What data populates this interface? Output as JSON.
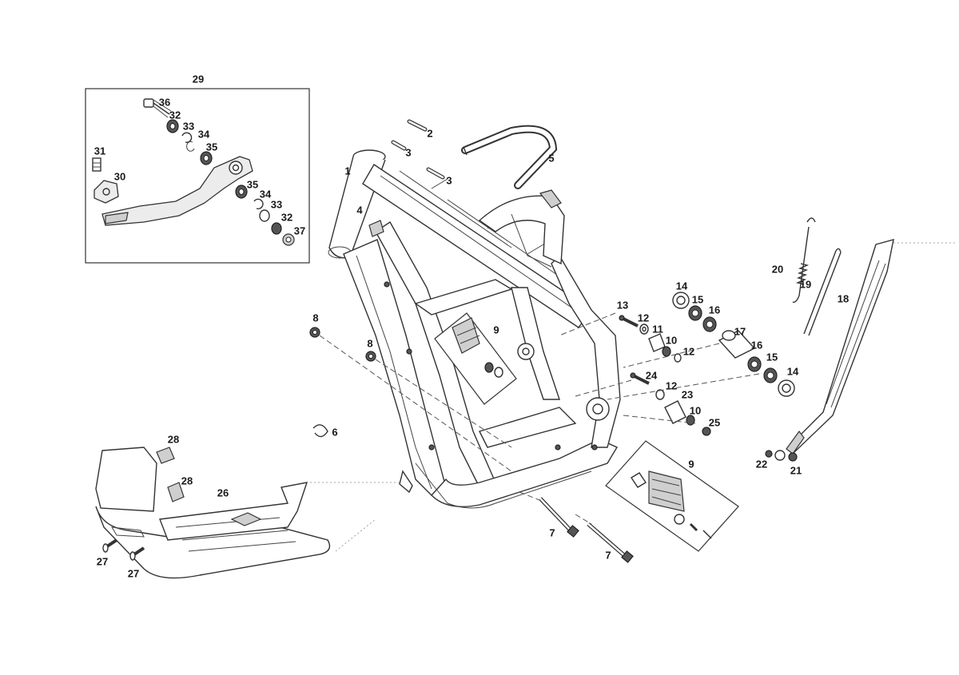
{
  "callouts": [
    {
      "label": "1"
    },
    {
      "label": "2"
    },
    {
      "label": "3"
    },
    {
      "label": "3"
    },
    {
      "label": "4"
    },
    {
      "label": "5"
    },
    {
      "label": "6"
    },
    {
      "label": "7"
    },
    {
      "label": "7"
    },
    {
      "label": "8"
    },
    {
      "label": "8"
    },
    {
      "label": "9"
    },
    {
      "label": "9"
    },
    {
      "label": "10"
    },
    {
      "label": "10"
    },
    {
      "label": "11"
    },
    {
      "label": "12"
    },
    {
      "label": "12"
    },
    {
      "label": "12"
    },
    {
      "label": "13"
    },
    {
      "label": "14"
    },
    {
      "label": "14"
    },
    {
      "label": "15"
    },
    {
      "label": "15"
    },
    {
      "label": "16"
    },
    {
      "label": "16"
    },
    {
      "label": "17"
    },
    {
      "label": "18"
    },
    {
      "label": "19"
    },
    {
      "label": "20"
    },
    {
      "label": "21"
    },
    {
      "label": "22"
    },
    {
      "label": "23"
    },
    {
      "label": "24"
    },
    {
      "label": "25"
    },
    {
      "label": "26"
    },
    {
      "label": "27"
    },
    {
      "label": "27"
    },
    {
      "label": "28"
    },
    {
      "label": "28"
    },
    {
      "label": "29"
    },
    {
      "label": "30"
    },
    {
      "label": "31"
    },
    {
      "label": "32"
    },
    {
      "label": "32"
    },
    {
      "label": "33"
    },
    {
      "label": "33"
    },
    {
      "label": "34"
    },
    {
      "label": "34"
    },
    {
      "label": "35"
    },
    {
      "label": "35"
    },
    {
      "label": "36"
    },
    {
      "label": "37"
    }
  ]
}
